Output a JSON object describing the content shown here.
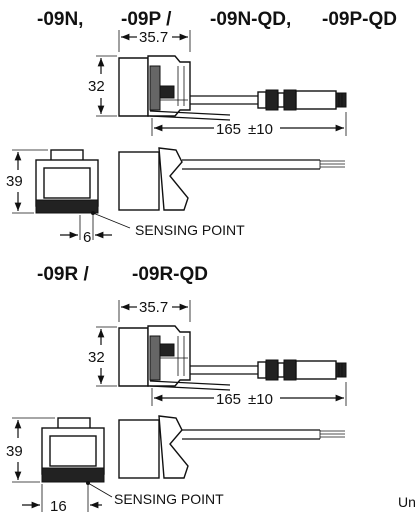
{
  "section1": {
    "title_parts": [
      "-09N,",
      "-09P /",
      "-09N-QD,",
      "-09P-QD"
    ],
    "dim_width": "35.7",
    "dim_height": "32",
    "dim_cable": "165",
    "dim_cable_tol": "±10",
    "dim_front_height": "39",
    "dim_sensing": "6",
    "sensing_label": "SENSING POINT"
  },
  "section2": {
    "title_parts": [
      "-09R /",
      "-09R-QD"
    ],
    "dim_width": "35.7",
    "dim_height": "32",
    "dim_cable": "165",
    "dim_cable_tol": "±10",
    "dim_front_height": "39",
    "dim_sensing": "16",
    "sensing_label": "SENSING POINT"
  },
  "footer": {
    "units_text": "Un"
  }
}
